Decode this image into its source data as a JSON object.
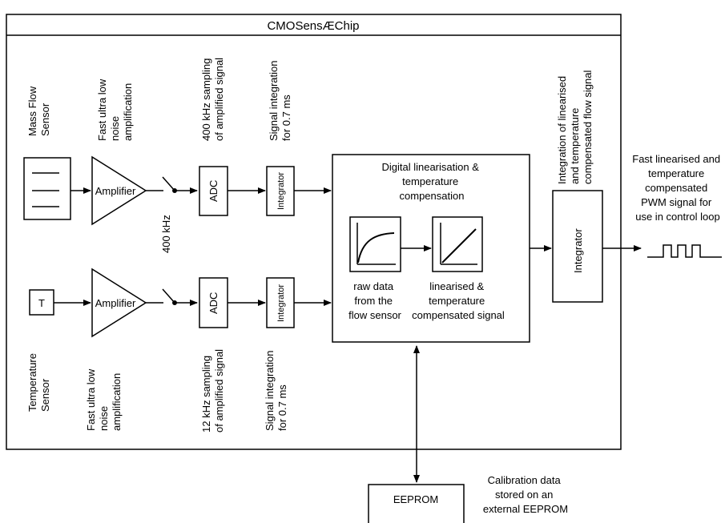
{
  "chip": {
    "title": "CMOSensÆChip"
  },
  "top_chain": {
    "sensor_label": [
      "Mass Flow",
      "Sensor"
    ],
    "amp_label": [
      "Fast ultra low",
      "noise",
      "amplification"
    ],
    "amp_text": "Amplifier",
    "switch_freq": "400 kHz",
    "sampling_label": [
      "400 kHz sampling",
      "of amplified signal"
    ],
    "adc_text": "ADC",
    "integ_label": [
      "Signal  integration",
      "for 0.7 ms"
    ],
    "integ_text": "Integrator"
  },
  "bottom_chain": {
    "sensor_text": "T",
    "sensor_label": [
      "Temperature",
      "Sensor"
    ],
    "amp_label": [
      "Fast ultra low",
      "noise",
      "amplification"
    ],
    "amp_text": "Amplifier",
    "sampling_label": [
      "12 kHz sampling",
      "of amplified signal"
    ],
    "adc_text": "ADC",
    "integ_label": [
      "Signal  integration",
      "for 0.7 ms"
    ],
    "integ_text": "Integrator"
  },
  "digital": {
    "title": [
      "Digital linearisation &",
      "temperature",
      "compensation"
    ],
    "raw_caption": [
      "raw data",
      "from the",
      "flow sensor"
    ],
    "lin_caption": [
      "linearised &",
      "temperature",
      "compensated signal"
    ]
  },
  "output": {
    "integ_label": [
      "Integration of linearised",
      "and temperature",
      "compensated flow signal"
    ],
    "integ_text": "Integrator",
    "signal_label": [
      "Fast linearised and",
      "temperature",
      "compensated",
      "PWM signal for",
      "use in control loop"
    ]
  },
  "eeprom": {
    "text": "EEPROM",
    "caption": [
      "Calibration data",
      "stored on an",
      "external EEPROM"
    ]
  }
}
